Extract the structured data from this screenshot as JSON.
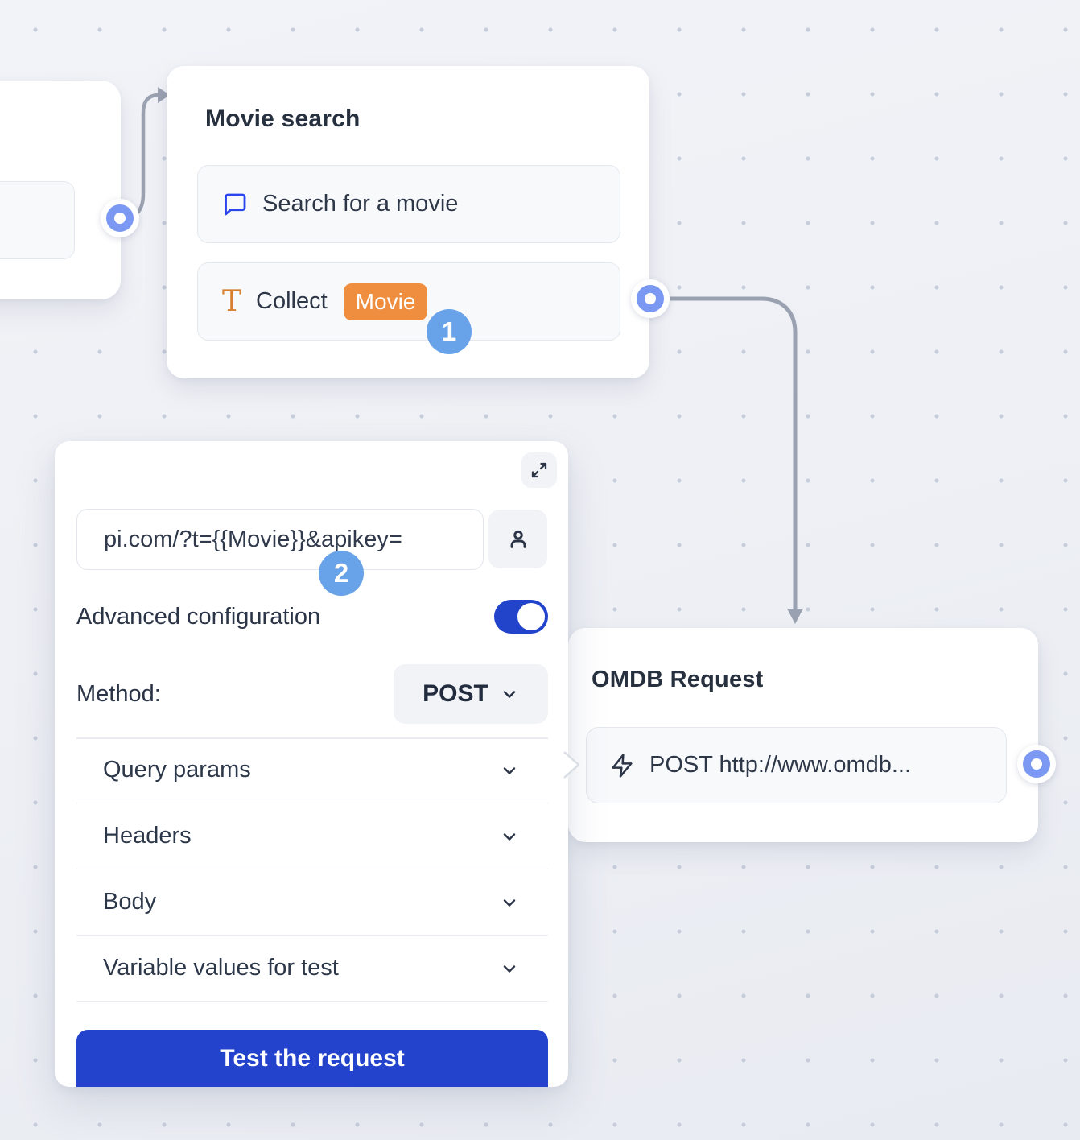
{
  "movie_search_node": {
    "title": "Movie search",
    "search_block": {
      "label": "Search for a movie"
    },
    "collect_block": {
      "label": "Collect",
      "variable_chip": "Movie"
    },
    "step_badge": "1"
  },
  "webhook_panel": {
    "url_input": {
      "value": "pi.com/?t={{Movie}}&apikey="
    },
    "step_badge": "2",
    "advanced_configuration": {
      "label": "Advanced configuration",
      "enabled": true
    },
    "method": {
      "label": "Method:",
      "value": "POST"
    },
    "sections": [
      "Query params",
      "Headers",
      "Body",
      "Variable values for test"
    ],
    "test_button": "Test the request"
  },
  "omdb_node": {
    "title": "OMDB Request",
    "request_block": {
      "label": "POST http://www.omdb..."
    }
  },
  "colors": {
    "accent_blue": "#2343cd",
    "step_badge_blue": "#68a2e8",
    "connector_blue": "#7b99f2",
    "variable_orange": "#ee8e3e",
    "edge_gray": "#9aa1b0"
  }
}
